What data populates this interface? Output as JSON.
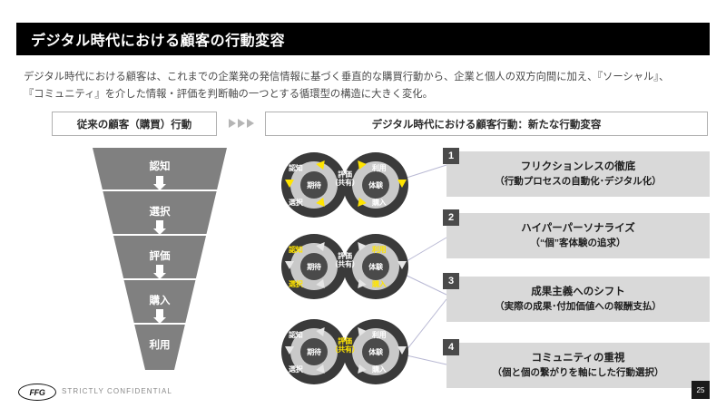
{
  "slide": {
    "title": "デジタル時代における顧客の行動変容",
    "lead_lines": [
      "デジタル時代における顧客は、これまでの企業発の発信情報に基づく垂直的な購買行動から、企業と個人の双方向間に加え、『ソーシャル』、",
      "『コミュニティ』を介した情報・評価を判断軸の一つとする循環型の構造に大きく変化。"
    ]
  },
  "headers": {
    "left": "従来の顧客（購買）行動",
    "right": "デジタル時代における顧客行動：新たな行動変容",
    "arrow_icon": "triangle-right-icon"
  },
  "funnel": {
    "stages": [
      {
        "label": "認知"
      },
      {
        "label": "選択"
      },
      {
        "label": "評価"
      },
      {
        "label": "購入"
      },
      {
        "label": "利用"
      }
    ],
    "arrow_icon": "arrow-down-icon"
  },
  "cycles": [
    {
      "id": "cycle-1",
      "top_left": "認知",
      "top_right": "利用",
      "bottom_left": "選択",
      "bottom_right": "購入",
      "core_left": "期待",
      "core_right": "体験",
      "center_line1": "評価",
      "center_line2": "（共有）",
      "highlight": "arrows"
    },
    {
      "id": "cycle-2",
      "top_left": "認知",
      "top_right": "利用",
      "bottom_left": "選択",
      "bottom_right": "購入",
      "core_left": "期待",
      "core_right": "体験",
      "center_line1": "評価",
      "center_line2": "（共有）",
      "highlight": "outer-labels"
    },
    {
      "id": "cycle-3",
      "top_left": "認知",
      "top_right": "利用",
      "bottom_left": "選択",
      "bottom_right": "購入",
      "core_left": "期待",
      "core_right": "体験",
      "center_line1": "評価",
      "center_line2": "（共有）",
      "highlight": "center"
    }
  ],
  "callouts": [
    {
      "number": "1",
      "title": "フリクションレスの徹底",
      "subtitle": "（行動プロセスの自動化･デジタル化）"
    },
    {
      "number": "2",
      "title": "ハイパーパーソナライズ",
      "subtitle": "（“個”客体験の追求）"
    },
    {
      "number": "3",
      "title": "成果主義へのシフト",
      "subtitle": "（実際の成果･付加価値への報酬支払）"
    },
    {
      "number": "4",
      "title": "コミュニティの重視",
      "subtitle": "（個と個の繋がりを軸にした行動選択）"
    }
  ],
  "footer": {
    "logo_text": "FFG",
    "confidential": "STRICTLY CONFIDENTIAL",
    "page_number": "25"
  },
  "colors": {
    "title_bar": "#000000",
    "funnel": "#808080",
    "cycle_outer": "#3a3a3a",
    "cycle_ring": "#c9c9c9",
    "highlight_yellow": "#ffe400",
    "callout_bg": "#d9d9d9",
    "badge_bg": "#4a4a4a",
    "connector": "#b9b9d4"
  }
}
